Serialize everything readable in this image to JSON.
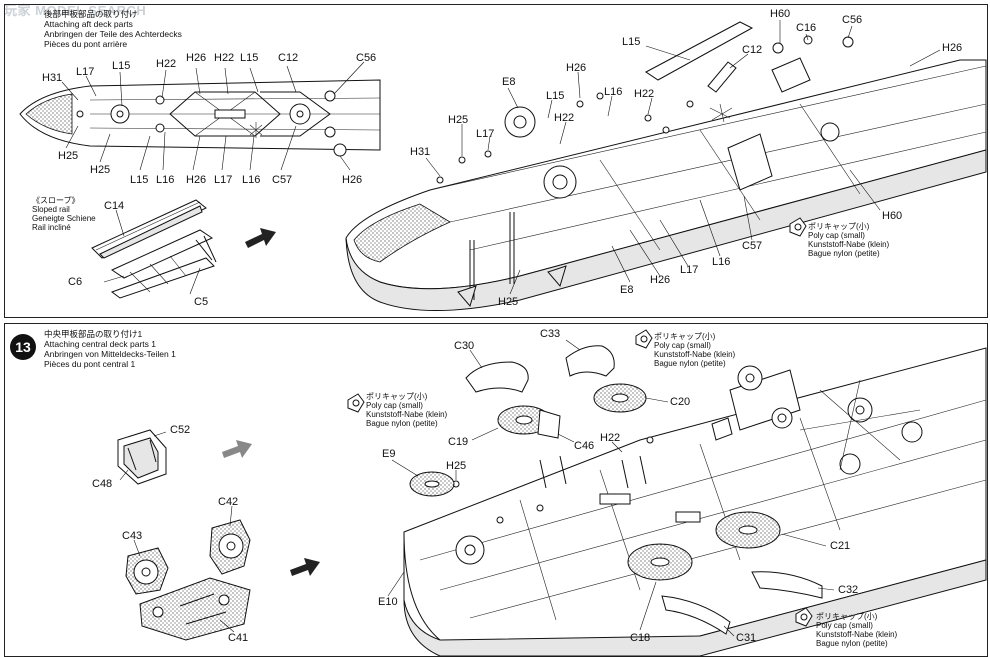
{
  "watermark": "玩家 MODEL SEARCH",
  "step12": {
    "title_jp": "後部甲板部品の取り付け",
    "title_en": "Attaching aft deck parts",
    "title_de": "Anbringen der Teile des Achterdecks",
    "title_fr": "Pièces du pont arrière",
    "sloped_rail": {
      "jp": "《スロープ》",
      "en": "Sloped rail",
      "de": "Geneigte Schiene",
      "fr": "Rail incliné"
    },
    "poly_cap": {
      "jp": "ポリキャップ(小)",
      "en": "Poly cap (small)",
      "de": "Kunststoff-Nabe (klein)",
      "fr": "Bague nylon (petite)"
    },
    "left_labels": [
      "H31",
      "L17",
      "L15",
      "H22",
      "H26",
      "H22",
      "L15",
      "C12",
      "C56",
      "H25",
      "H25",
      "L15",
      "L16",
      "H26",
      "L17",
      "L16",
      "C57",
      "H26"
    ],
    "rail_labels": [
      "C14",
      "C6",
      "C5"
    ],
    "right_labels": [
      "H60",
      "C16",
      "C56",
      "H26",
      "L15",
      "C12",
      "H26",
      "E8",
      "H22",
      "L15",
      "L16",
      "H25",
      "H22",
      "L17",
      "H31",
      "H60",
      "C57",
      "L16",
      "L17",
      "H26",
      "E8",
      "H25"
    ]
  },
  "step13": {
    "number": "13",
    "title_jp": "中央甲板部品の取り付け1",
    "title_en": "Attaching central deck parts 1",
    "title_de": "Anbringen von Mitteldecks-Teilen 1",
    "title_fr": "Pièces du pont central 1",
    "poly_cap": {
      "jp": "ポリキャップ(小)",
      "en": "Poly cap (small)",
      "de": "Kunststoff-Nabe (klein)",
      "fr": "Bague nylon (petite)"
    },
    "left_labels": [
      "C52",
      "C48",
      "C42",
      "C43",
      "C41"
    ],
    "right_labels": [
      "C30",
      "C33",
      "C20",
      "C19",
      "C46",
      "H22",
      "E9",
      "H25",
      "E10",
      "C21",
      "C32",
      "C18",
      "C31"
    ]
  }
}
